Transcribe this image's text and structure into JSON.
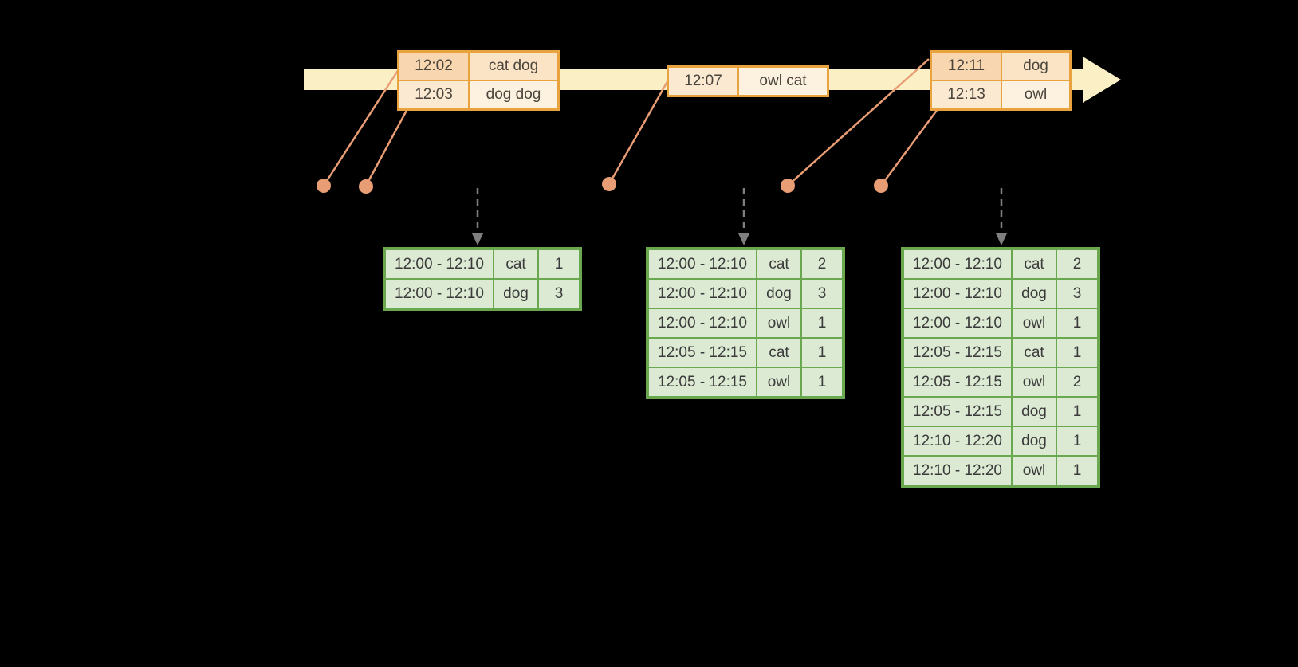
{
  "colors": {
    "background": "#000000",
    "timeline_fill": "#FBEFC5",
    "event_table_border": "#E8A33F",
    "event_time_cell_fill": "#F8D6B0",
    "event_word_cell_fill": "#FBE4C6",
    "event_time_cell_fill_alt": "#FBE9D2",
    "event_word_cell_fill_alt": "#FDF2E0",
    "connector_line": "#E99D74",
    "dashed_arrow": "#7F7F7F",
    "result_table_border": "#69A84F",
    "result_cell_fill": "#DCE9D3",
    "text": "#3D3D3D"
  },
  "timeline_events": [
    {
      "rows": [
        {
          "time": "12:02",
          "words": "cat dog"
        },
        {
          "time": "12:03",
          "words": "dog dog"
        }
      ]
    },
    {
      "rows": [
        {
          "time": "12:07",
          "words": "owl cat"
        }
      ]
    },
    {
      "rows": [
        {
          "time": "12:11",
          "words": "dog"
        },
        {
          "time": "12:13",
          "words": "owl"
        }
      ]
    }
  ],
  "result_tables": [
    {
      "rows": [
        {
          "window": "12:00 - 12:10",
          "word": "cat",
          "count": "1"
        },
        {
          "window": "12:00 - 12:10",
          "word": "dog",
          "count": "3"
        }
      ]
    },
    {
      "rows": [
        {
          "window": "12:00 - 12:10",
          "word": "cat",
          "count": "2"
        },
        {
          "window": "12:00 - 12:10",
          "word": "dog",
          "count": "3"
        },
        {
          "window": "12:00 - 12:10",
          "word": "owl",
          "count": "1"
        },
        {
          "window": "12:05 - 12:15",
          "word": "cat",
          "count": "1"
        },
        {
          "window": "12:05 - 12:15",
          "word": "owl",
          "count": "1"
        }
      ]
    },
    {
      "rows": [
        {
          "window": "12:00 - 12:10",
          "word": "cat",
          "count": "2"
        },
        {
          "window": "12:00 - 12:10",
          "word": "dog",
          "count": "3"
        },
        {
          "window": "12:00 - 12:10",
          "word": "owl",
          "count": "1"
        },
        {
          "window": "12:05 - 12:15",
          "word": "cat",
          "count": "1"
        },
        {
          "window": "12:05 - 12:15",
          "word": "owl",
          "count": "2"
        },
        {
          "window": "12:05 - 12:15",
          "word": "dog",
          "count": "1"
        },
        {
          "window": "12:10 - 12:20",
          "word": "dog",
          "count": "1"
        },
        {
          "window": "12:10 - 12:20",
          "word": "owl",
          "count": "1"
        }
      ]
    }
  ]
}
